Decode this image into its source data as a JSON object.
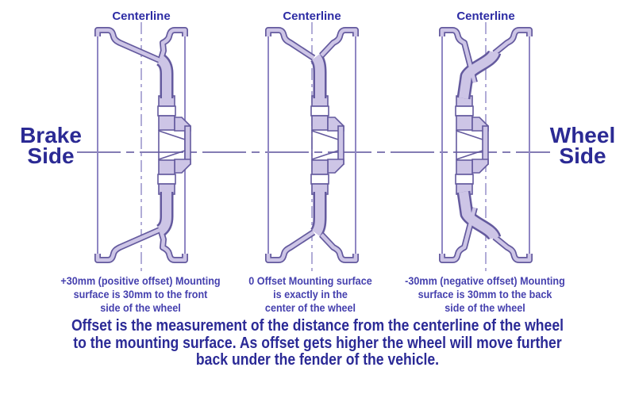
{
  "diagram": {
    "side_labels": {
      "left_line1": "Brake",
      "left_line2": "Side",
      "right_line1": "Wheel",
      "right_line2": "Side"
    },
    "wheels": [
      {
        "centerline_label": "Centerline",
        "caption_line1": "+30mm (positive offset) Mounting",
        "caption_line2": "surface is 30mm to the front",
        "caption_line3": "side of the wheel"
      },
      {
        "centerline_label": "Centerline",
        "caption_line1": "0 Offset Mounting surface",
        "caption_line2": "is exactly in the",
        "caption_line3": "center of the wheel"
      },
      {
        "centerline_label": "Centerline",
        "caption_line1": "-30mm (negative offset) Mounting",
        "caption_line2": "surface is 30mm to the back",
        "caption_line3": "side of the wheel"
      }
    ],
    "footer": {
      "line1": "Offset is the measurement of the distance from the centerline of the wheel",
      "line2": "to the mounting surface. As offset gets higher the wheel will move further",
      "line3": "back under the fender of the vehicle."
    },
    "colors": {
      "wheel_fill": "#cdc5e6",
      "wheel_outline": "#645a9e",
      "guide_line": "#8f86c3",
      "heading_text": "#2b2a96",
      "caption_text": "#4540ae"
    }
  }
}
